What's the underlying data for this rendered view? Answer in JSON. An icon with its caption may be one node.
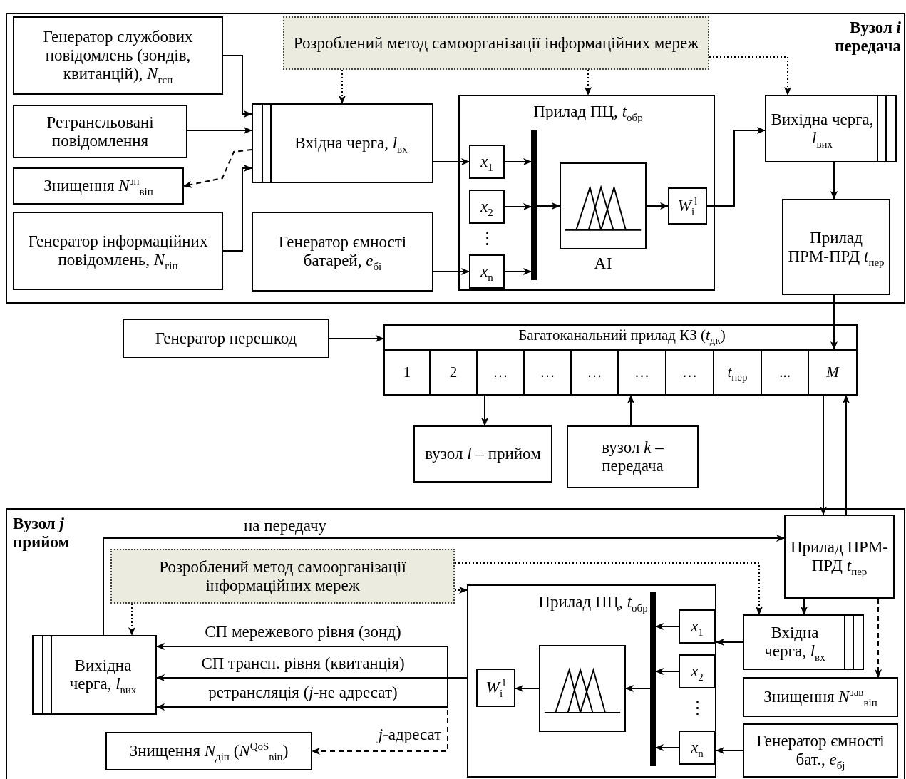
{
  "diagram": {
    "nodes": [
      {
        "text": [
          "Вузол *i* передача"
        ]
      },
      {
        "text": [
          "Генератор службових повідомлень (зондів, квитанцій), *N*$_{гсп}$"
        ],
        "in": 0
      },
      {
        "text": [
          "Ретрансльовані повідомлення"
        ],
        "in": 0
      },
      {
        "text": [
          "Знищення *N*$^{зн}$$_{віп}$"
        ],
        "in": 0
      },
      {
        "text": [
          "Генератор інформаційних повідомлень, *N*$_{гіп}$"
        ],
        "in": 0
      },
      {
        "text": [
          "Розроблений метод самоорганізації інформаційних мереж"
        ],
        "in": 0
      },
      {
        "text": [
          "Вхідна черга, *l*$_{вх}$"
        ],
        "in": 0
      },
      {
        "text": [
          "Генератор ємності батарей, *e*$_{бi}$"
        ],
        "in": 0
      },
      {
        "text": [
          "Прилад ПЦ, *t*$_{обр}$"
        ],
        "in": 0
      },
      {
        "text": [
          "*x*$_{1}$"
        ],
        "in": 8
      },
      {
        "text": [
          "*x*$_{2}$"
        ],
        "in": 8
      },
      {
        "text": [
          "*x*$_{n}$"
        ],
        "in": 8
      },
      {
        "text": [],
        "shape": "bar",
        "in": 8
      },
      {
        "text": [
          "AI"
        ],
        "in": 8
      },
      {
        "text": [
          "*W*$_{i}$$^{l}$"
        ],
        "in": 8
      },
      {
        "text": [
          "Вихідна черга, *l*$_{вих}$"
        ],
        "in": 0
      },
      {
        "text": [
          "Прилад ПРМ-ПРД *t*$_{пер}$"
        ],
        "in": 0
      },
      {
        "text": [
          "Генератор перешкод"
        ]
      },
      {
        "text": [
          "Багатоканальний прилад КЗ (*t*$_{дк}$)"
        ]
      },
      {
        "text": [
          "1"
        ],
        "in": 18
      },
      {
        "text": [
          "2"
        ],
        "in": 18
      },
      {
        "text": [
          "…"
        ],
        "in": 18
      },
      {
        "text": [
          "…"
        ],
        "in": 18
      },
      {
        "text": [
          "…"
        ],
        "in": 18
      },
      {
        "text": [
          "…"
        ],
        "in": 18
      },
      {
        "text": [
          "…"
        ],
        "in": 18
      },
      {
        "text": [
          "*t*$_{пер}$"
        ],
        "in": 18
      },
      {
        "text": [
          "..."
        ],
        "in": 18
      },
      {
        "text": [
          "*M*"
        ],
        "in": 18
      },
      {
        "text": [
          "вузол *l* – прийом"
        ]
      },
      {
        "text": [
          "вузол *k* – передача"
        ]
      },
      {
        "text": [
          "Вузол *j* прийом"
        ]
      },
      {
        "text": [
          "Прилад ПРМ-ПРД *t*$_{пер}$"
        ],
        "in": 31
      },
      {
        "text": [
          "Розроблений метод самоорганізації інформаційних мереж"
        ],
        "in": 31
      },
      {
        "text": [
          "Вихідна черга, *l*$_{вих}$"
        ],
        "in": 31
      },
      {
        "text": [
          "Прилад ПЦ, *t*$_{обр}$"
        ],
        "in": 31
      },
      {
        "text": [
          "*x*$_{1}$"
        ],
        "in": 35
      },
      {
        "text": [
          "*x*$_{2}$"
        ],
        "in": 35
      },
      {
        "text": [
          "*x*$_{n}$"
        ],
        "in": 35
      },
      {
        "text": [],
        "shape": "bar",
        "in": 35
      },
      {
        "text": [],
        "shape": "picture",
        "in": 35
      },
      {
        "text": [
          "*W*$_{i}$$^{l}$"
        ],
        "in": 35
      },
      {
        "text": [
          "Вхідна черга, *l*$_{вх}$"
        ],
        "in": 31
      },
      {
        "text": [
          "Знищення *N*$^{зав}$$_{віп}$"
        ],
        "in": 31
      },
      {
        "text": [
          "Генератор ємності бат., *e*$_{бj}$"
        ],
        "in": 31
      },
      {
        "text": [
          "Знищення *N*$_{діп}$ (*N*$^{QoS}$$_{віп}$)"
        ],
        "in": 31
      }
    ],
    "edges": [
      {
        "from": 1,
        "to": 6,
        "arrow": "to"
      },
      {
        "from": 2,
        "to": 6,
        "arrow": "to"
      },
      {
        "from": 6,
        "to": 3,
        "arrow": "to",
        "style": "dashed"
      },
      {
        "from": 4,
        "to": 6,
        "arrow": "to"
      },
      {
        "from": 5,
        "to": 6,
        "arrow": "to",
        "style": "dashed"
      },
      {
        "from": 5,
        "to": 8,
        "arrow": "to",
        "style": "dashed"
      },
      {
        "from": 5,
        "to": 15,
        "arrow": "to",
        "style": "dashed"
      },
      {
        "from": 6,
        "to": 9,
        "arrow": "to"
      },
      {
        "from": 7,
        "to": 11,
        "arrow": "to"
      },
      {
        "from": 9,
        "to": 12,
        "arrow": "to"
      },
      {
        "from": 10,
        "to": 12,
        "arrow": "to"
      },
      {
        "from": 11,
        "to": 12,
        "arrow": "to"
      },
      {
        "from": 12,
        "to": 13,
        "arrow": "to"
      },
      {
        "from": 13,
        "to": 14,
        "arrow": "to"
      },
      {
        "from": 14,
        "to": 15,
        "arrow": "to"
      },
      {
        "from": 15,
        "to": 16,
        "arrow": "to"
      },
      {
        "from": 16,
        "to": 28,
        "arrow": "to"
      },
      {
        "from": 17,
        "to": 18,
        "arrow": "to"
      },
      {
        "from": 21,
        "to": 29,
        "arrow": "to"
      },
      {
        "from": 30,
        "to": 24,
        "arrow": "to"
      },
      {
        "from": 28,
        "to": 32,
        "arrow": "to"
      },
      {
        "from": 32,
        "to": 28,
        "arrow": "to"
      },
      {
        "from": 34,
        "to": 32,
        "arrow": "to",
        "label": "на передачу"
      },
      {
        "from": 33,
        "to": 34,
        "arrow": "to",
        "style": "dashed"
      },
      {
        "from": 33,
        "to": 35,
        "arrow": "to",
        "style": "dashed"
      },
      {
        "from": 33,
        "to": 42,
        "arrow": "to",
        "style": "dashed"
      },
      {
        "from": 32,
        "to": 42,
        "arrow": "to"
      },
      {
        "from": 32,
        "to": 43,
        "arrow": "to",
        "style": "dashed"
      },
      {
        "from": 42,
        "to": 35,
        "arrow": "to"
      },
      {
        "from": 44,
        "to": 35,
        "arrow": "to"
      },
      {
        "from": 36,
        "to": 39,
        "arrow": "to"
      },
      {
        "from": 37,
        "to": 39,
        "arrow": "to"
      },
      {
        "from": 38,
        "to": 39,
        "arrow": "to"
      },
      {
        "from": 39,
        "to": 40,
        "arrow": "to"
      },
      {
        "from": 40,
        "to": 41,
        "arrow": "to"
      },
      {
        "from": 35,
        "to": 34,
        "arrow": "to",
        "label": "СП мережевого рівня (зонд)"
      },
      {
        "from": 35,
        "to": 34,
        "arrow": "to",
        "label": "СП трансп. рівня (квитанція)"
      },
      {
        "from": 35,
        "to": 34,
        "arrow": "to",
        "label": "ретрансляція (*j*-не адресат)"
      },
      {
        "from": 35,
        "to": 45,
        "arrow": "to",
        "style": "dashed",
        "label": "*j*-адресат"
      }
    ],
    "labels": [
      "⋮",
      "⋮"
    ]
  }
}
